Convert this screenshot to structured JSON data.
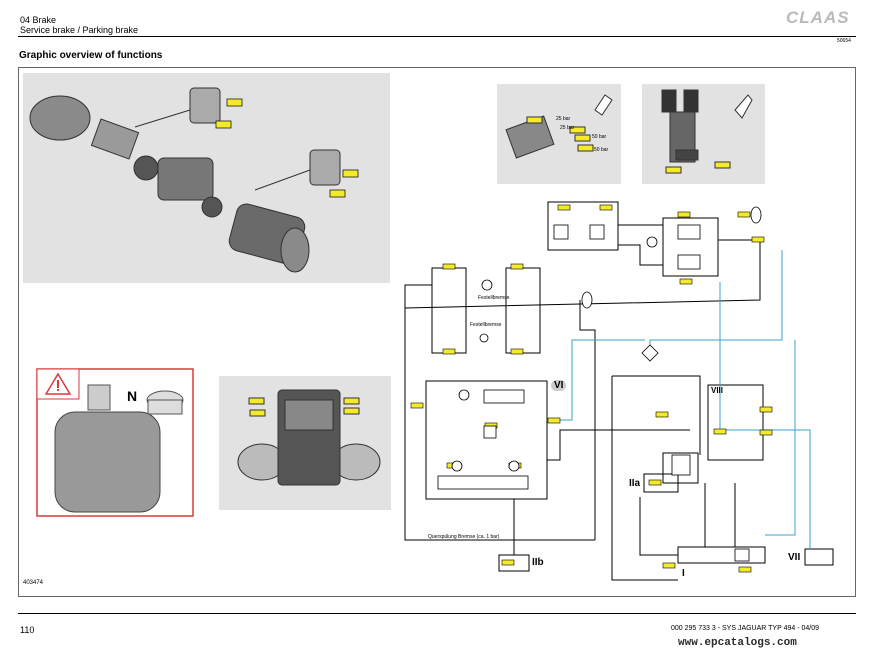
{
  "header": {
    "chapter": "04 Brake",
    "subchapter": "Service brake / Parking brake",
    "brand": "CLAAS",
    "doc_code": "50654"
  },
  "title": "Graphic overview of functions",
  "warning": {
    "letter": "N"
  },
  "panels": {
    "tr1": {
      "labels": [
        "25 bar",
        "25 bar",
        "50 bar",
        "50 bar"
      ]
    },
    "hydraulic": {
      "labels": [
        "Festellbremse",
        "Festellbremse",
        "Querspülung Bremse (ca. 1 bar)"
      ],
      "romans": [
        "VI",
        "IIa",
        "IIb",
        "VII",
        "VIII",
        "I"
      ]
    }
  },
  "figure_number": "403474",
  "footer": {
    "page": "110",
    "doc": "000 295 733 3 - SYS JAGUAR TYP 494 - 04/09",
    "url": "www.epcatalogs.com"
  },
  "colors": {
    "tag": "#f4ea2a",
    "panel": "#e2e2e2",
    "cooling_line": "#3aa3c9",
    "warn": "#d63b3b"
  }
}
